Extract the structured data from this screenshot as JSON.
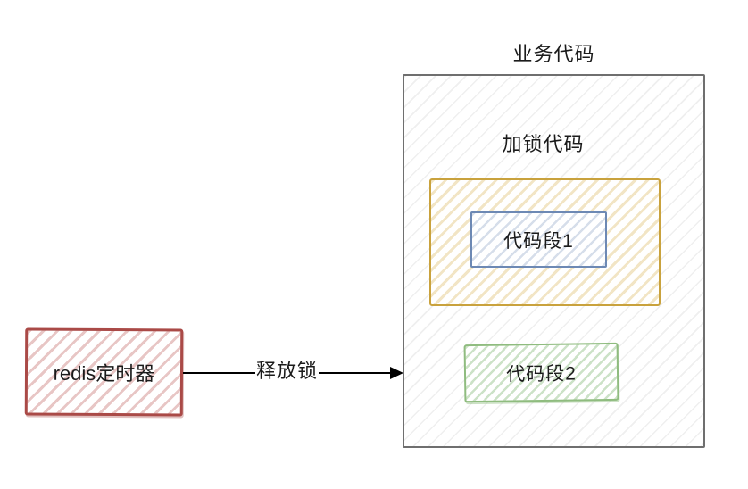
{
  "colors": {
    "canvas-bg": "#ffffff",
    "text": "#1b1b1b",
    "outer-border": "#6f6f6f",
    "outer-hatch": "rgba(130,130,130,0.13)",
    "gold-border": "#c9a23d",
    "gold-hatch": "rgba(212,169,62,0.30)",
    "blue-border": "#6d89b4",
    "blue-hatch": "rgba(109,137,180,0.28)",
    "green-border": "#8fbc7f",
    "green-hatch": "rgba(122,178,108,0.38)",
    "red-border": "#aa4a47",
    "red-hatch": "rgba(186,83,79,0.33)",
    "arrow": "#000000"
  },
  "diagram": {
    "business_code": {
      "title": "业务代码"
    },
    "lock_code": {
      "label": "加锁代码"
    },
    "segment1": {
      "label": "代码段1"
    },
    "segment2": {
      "label": "代码段2"
    },
    "redis_timer": {
      "label": "redis定时器"
    },
    "release_lock_arrow": {
      "label": "释放锁"
    }
  }
}
